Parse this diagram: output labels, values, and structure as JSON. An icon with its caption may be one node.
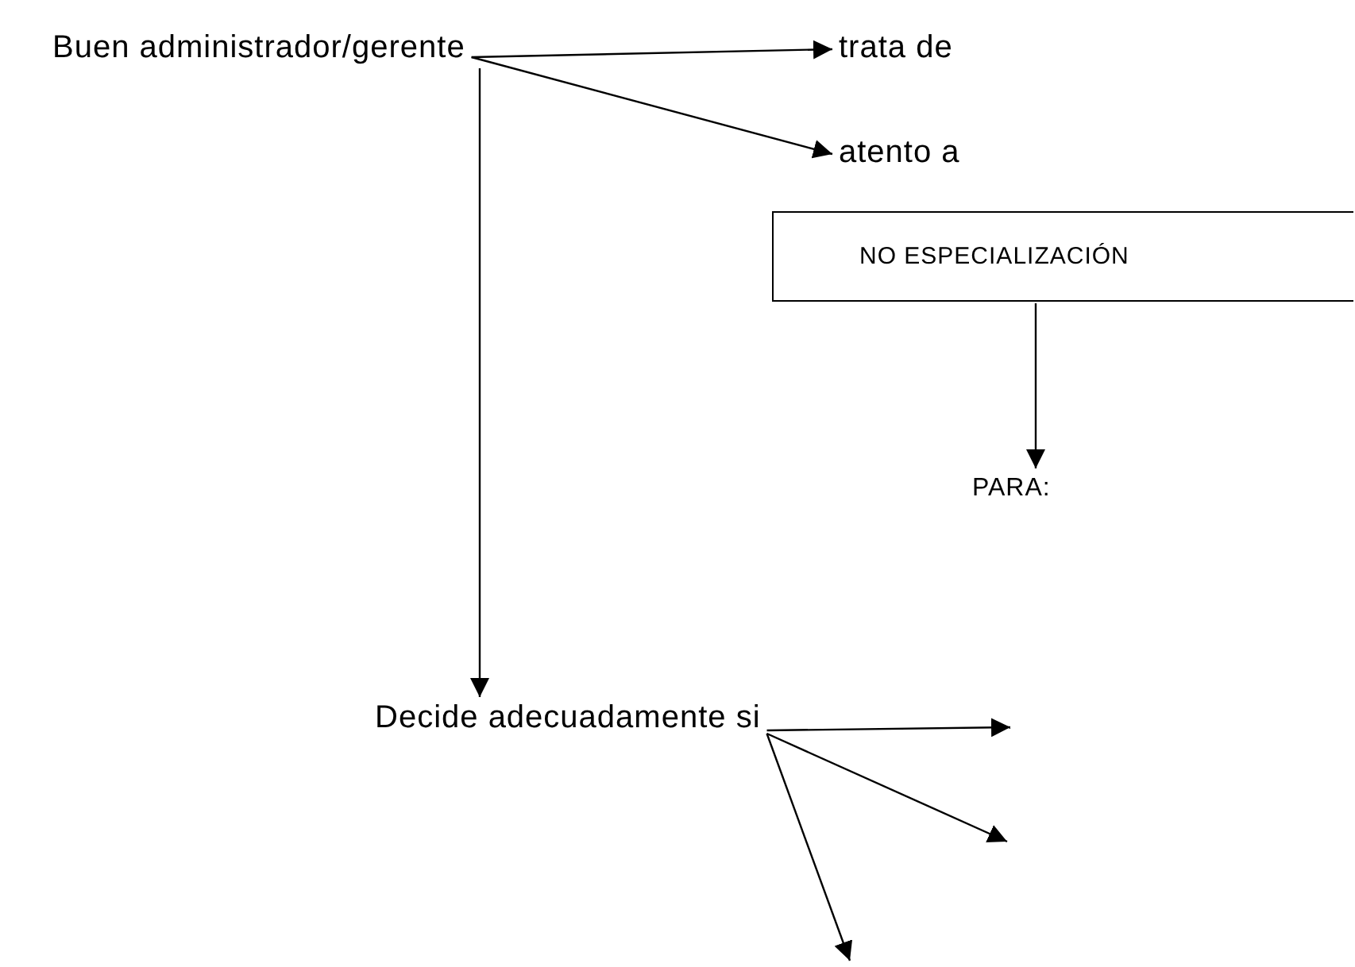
{
  "diagram": {
    "nodes": [
      {
        "text": [
          "Buen administrador/gerente"
        ]
      },
      {
        "text": [
          "trata de"
        ]
      },
      {
        "text": [
          "atento a"
        ]
      },
      {
        "text": [
          "NO ESPECIALIZACIÓN"
        ]
      },
      {
        "text": [
          "PARA:"
        ]
      },
      {
        "text": [
          "Decide adecuadamente si"
        ]
      }
    ],
    "edges": [
      {
        "from": 0,
        "to": 1,
        "arrow": "to"
      },
      {
        "from": 0,
        "to": 2,
        "arrow": "to"
      },
      {
        "from": 0,
        "to": 5,
        "arrow": "to"
      },
      {
        "from": 3,
        "to": 4,
        "arrow": "to"
      },
      {
        "from": 5,
        "to": null,
        "arrow": "to"
      },
      {
        "from": 5,
        "to": null,
        "arrow": "to"
      },
      {
        "from": 5,
        "to": null,
        "arrow": "to"
      }
    ]
  }
}
